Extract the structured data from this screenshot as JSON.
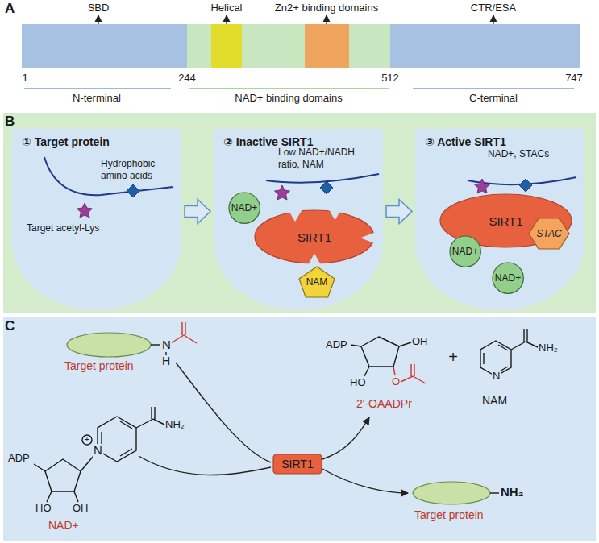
{
  "diagram": {
    "nodes": [
      {
        "text": [
          "① Target protein",
          "Hydrophobic amino acids",
          "Target acetyl-Lys"
        ]
      },
      {
        "text": [
          "② Inactive SIRT1",
          "Low NAD+/NADH ratio, NAM"
        ]
      },
      {
        "text": [
          "NAD+"
        ],
        "in": 1
      },
      {
        "text": [
          "SIRT1"
        ],
        "in": 1
      },
      {
        "text": [
          "NAM"
        ],
        "in": 1
      },
      {
        "text": [
          "③ Active SIRT1",
          "NAD+, STACs"
        ]
      },
      {
        "text": [
          "SIRT1"
        ],
        "in": 5
      },
      {
        "text": [
          "NAD+"
        ],
        "in": 5
      },
      {
        "text": [
          "STAC"
        ],
        "in": 5
      },
      {
        "text": [
          "NAD+"
        ],
        "in": 5
      },
      {
        "text": [
          "SIRT1"
        ]
      }
    ],
    "edges": [
      {
        "from": 0,
        "to": 1,
        "arrow": "to"
      },
      {
        "from": 1,
        "to": 5,
        "arrow": "to"
      }
    ],
    "labels": [
      "A",
      "SBD",
      "Helical",
      "Zn2+ binding domains",
      "CTR/ESA",
      "1",
      "244",
      "512",
      "747",
      "N-terminal",
      "NAD+ binding domains",
      "C-terminal",
      "B",
      "C",
      "N",
      "H",
      "Target protein",
      "ADP",
      "N",
      "+",
      "NH₂",
      "HO",
      "OH",
      "NAD+",
      "ADP",
      "OH",
      "HO",
      "O",
      "2'-OAADPr",
      "+",
      "NH₂",
      "N",
      "NAM",
      "NH₂",
      "Target protein"
    ]
  }
}
